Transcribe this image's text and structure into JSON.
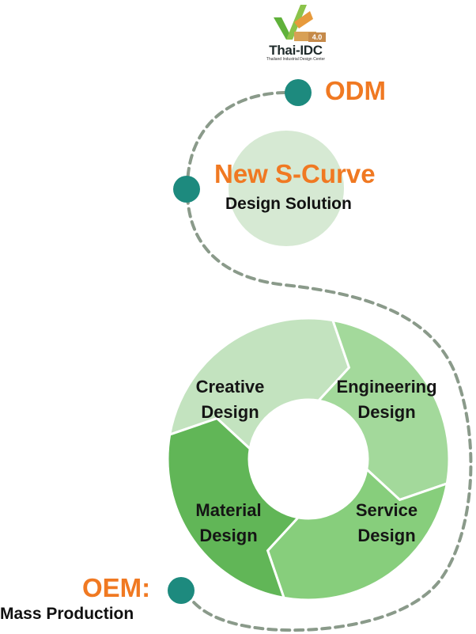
{
  "logo": {
    "name": "Thai-IDC",
    "tagline": "Thailand Industrial Design Center",
    "badge": "4.0"
  },
  "milestones": {
    "top": {
      "label": "ODM"
    },
    "middle": {
      "label": "New S-Curve",
      "sublabel": "Design Solution"
    },
    "bottom": {
      "label": "OEM:",
      "sublabel": "Mass Production"
    }
  },
  "cycle": {
    "segments": [
      {
        "line1": "Creative",
        "line2": "Design",
        "color": "#c3e3bf"
      },
      {
        "line1": "Engineering",
        "line2": "Design",
        "color": "#a3d99b"
      },
      {
        "line1": "Service",
        "line2": "Design",
        "color": "#87ce7c"
      },
      {
        "line1": "Material",
        "line2": "Design",
        "color": "#61b657"
      }
    ]
  },
  "colors": {
    "accent": "#f07922",
    "node": "#1d8a7e",
    "path": "#8a9a8a",
    "bubble": "#d6e9d3"
  }
}
